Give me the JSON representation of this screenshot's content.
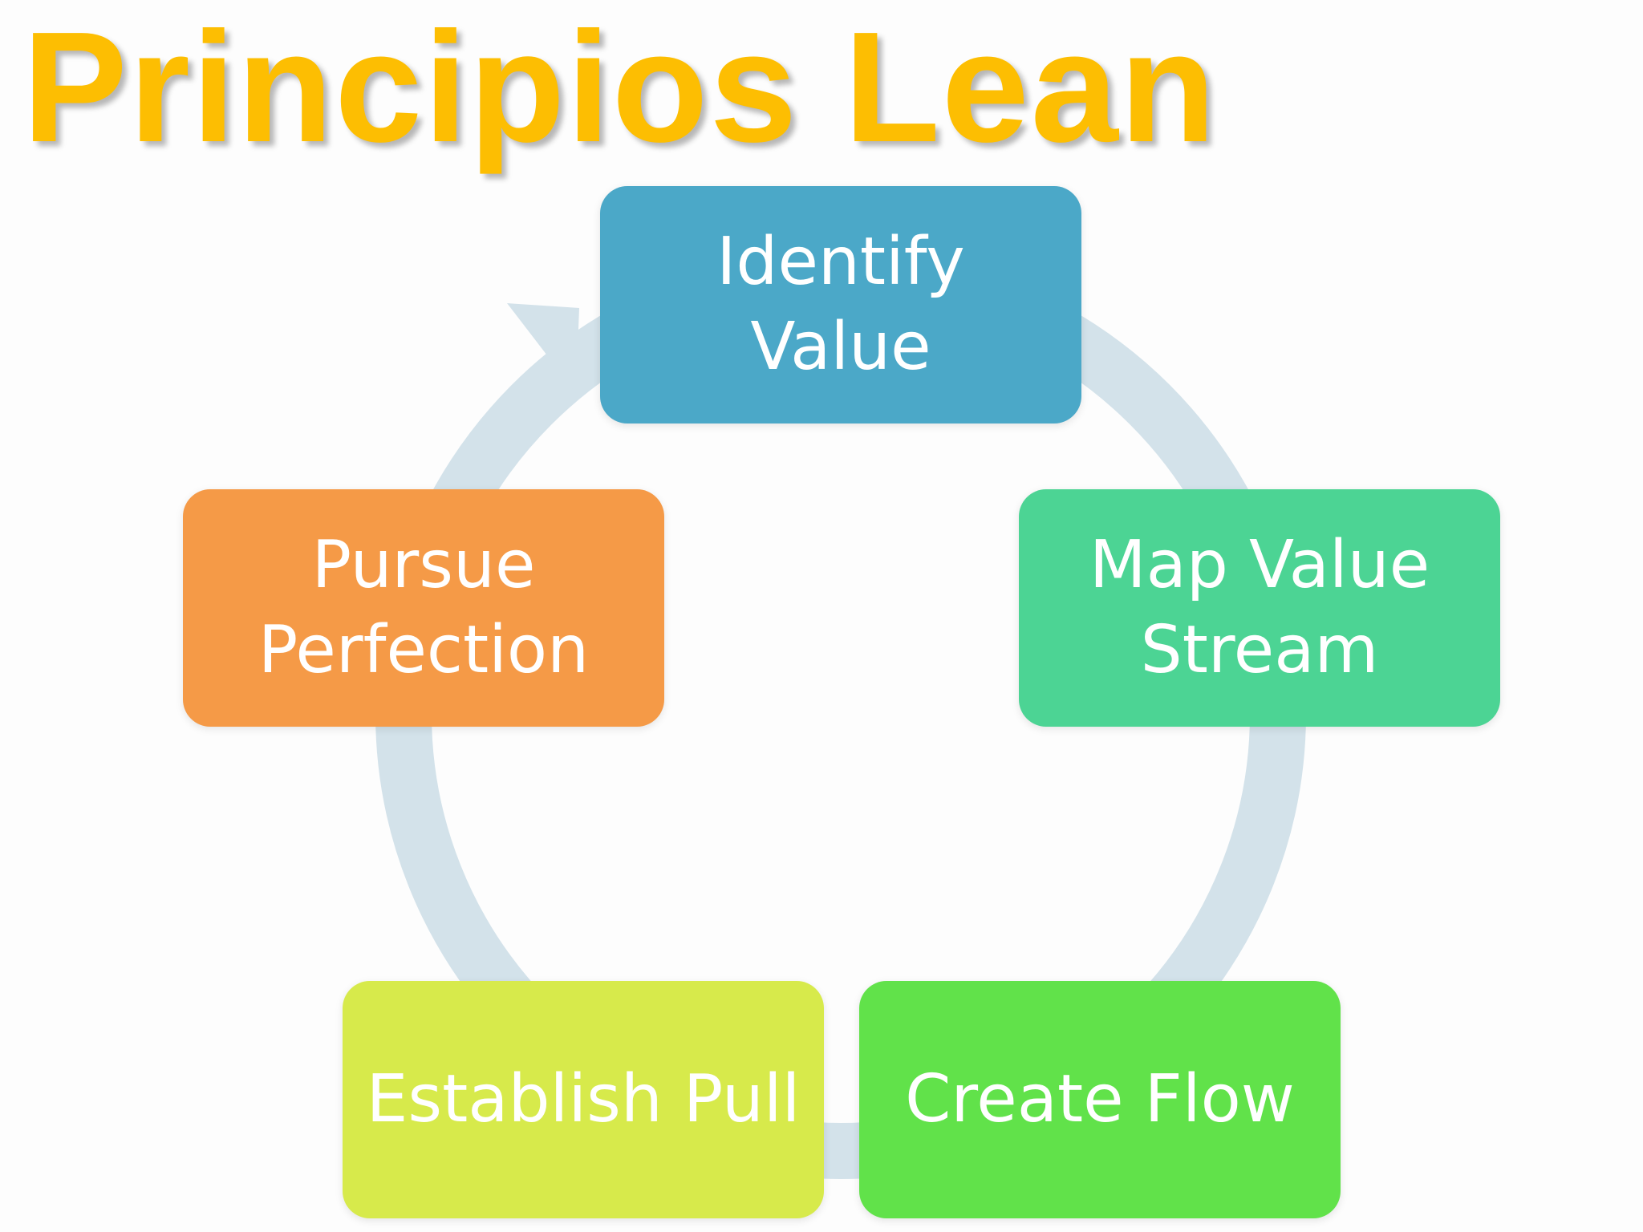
{
  "title": {
    "text": "Principios Lean",
    "color": "#FDBE02"
  },
  "diagram": {
    "type": "cycle",
    "connector_color": "#D3E2EA",
    "steps": [
      {
        "lines": [
          "Identify",
          "Value"
        ],
        "color": "#4BA8C8"
      },
      {
        "lines": [
          "Map Value",
          "Stream"
        ],
        "color": "#4CD494"
      },
      {
        "lines": [
          "Create Flow"
        ],
        "color": "#61E24A"
      },
      {
        "lines": [
          "Establish Pull"
        ],
        "color": "#D7EA4B"
      },
      {
        "lines": [
          "Pursue",
          "Perfection"
        ],
        "color": "#F59A47"
      }
    ]
  }
}
